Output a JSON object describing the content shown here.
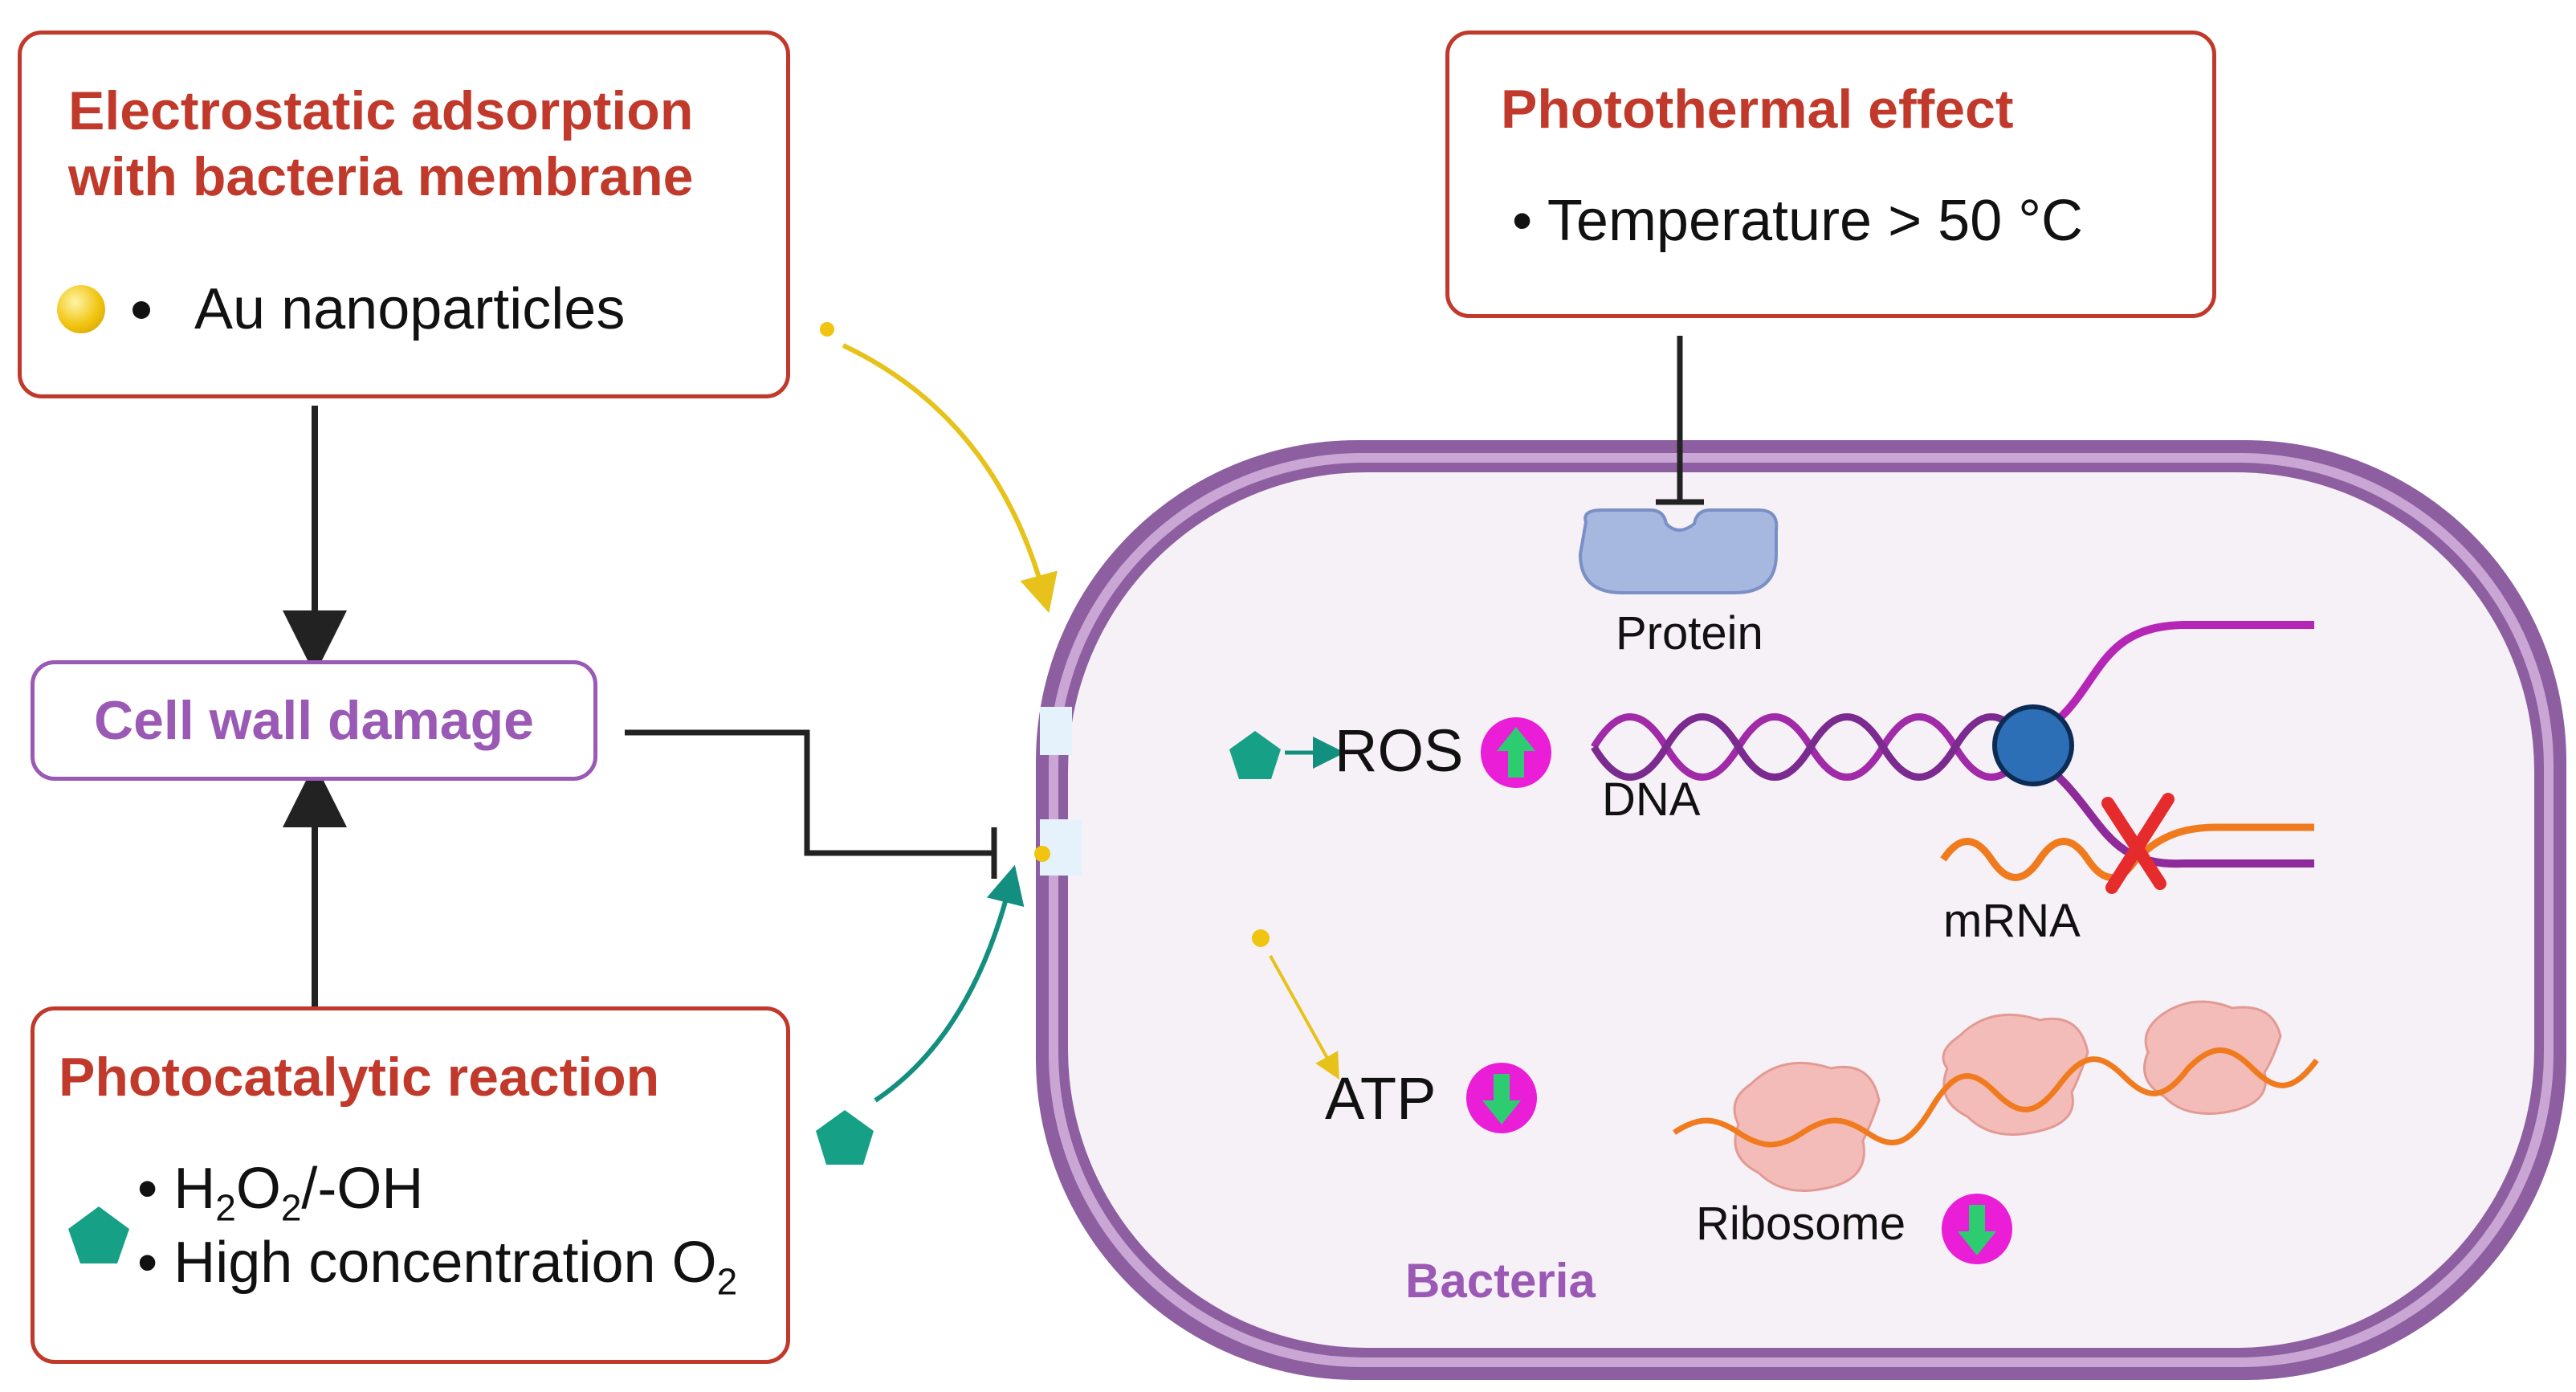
{
  "electrostatic": {
    "title_line1": "Electrostatic adsorption",
    "title_line2": "with bacteria membrane",
    "item": "Au nanoparticles"
  },
  "cell_wall": {
    "label": "Cell wall damage"
  },
  "photocatalytic": {
    "title": "Photocatalytic reaction",
    "item1_prefix": "• H",
    "item1_sub1": "2",
    "item1_mid": "O",
    "item1_sub2": "2",
    "item1_suffix": "/-OH",
    "item2_prefix": "• High concentration O",
    "item2_sub": "2"
  },
  "photothermal": {
    "title": "Photothermal effect",
    "item": "• Temperature > 50 °C"
  },
  "bacteria": {
    "label": "Bacteria",
    "protein": "Protein",
    "ros": "ROS",
    "dna": "DNA",
    "mrna": "mRNA",
    "atp": "ATP",
    "ribosome": "Ribosome"
  },
  "colors": {
    "red_title": "#c0392b",
    "purple": "#9b59b6",
    "membrane": "#7a4a8e",
    "cytoplasm": "#f6f0f7",
    "gold": "#f1c40f",
    "teal": "#16a085",
    "magenta_badge": "#e91ed6",
    "green_arrow": "#2ecc71"
  }
}
